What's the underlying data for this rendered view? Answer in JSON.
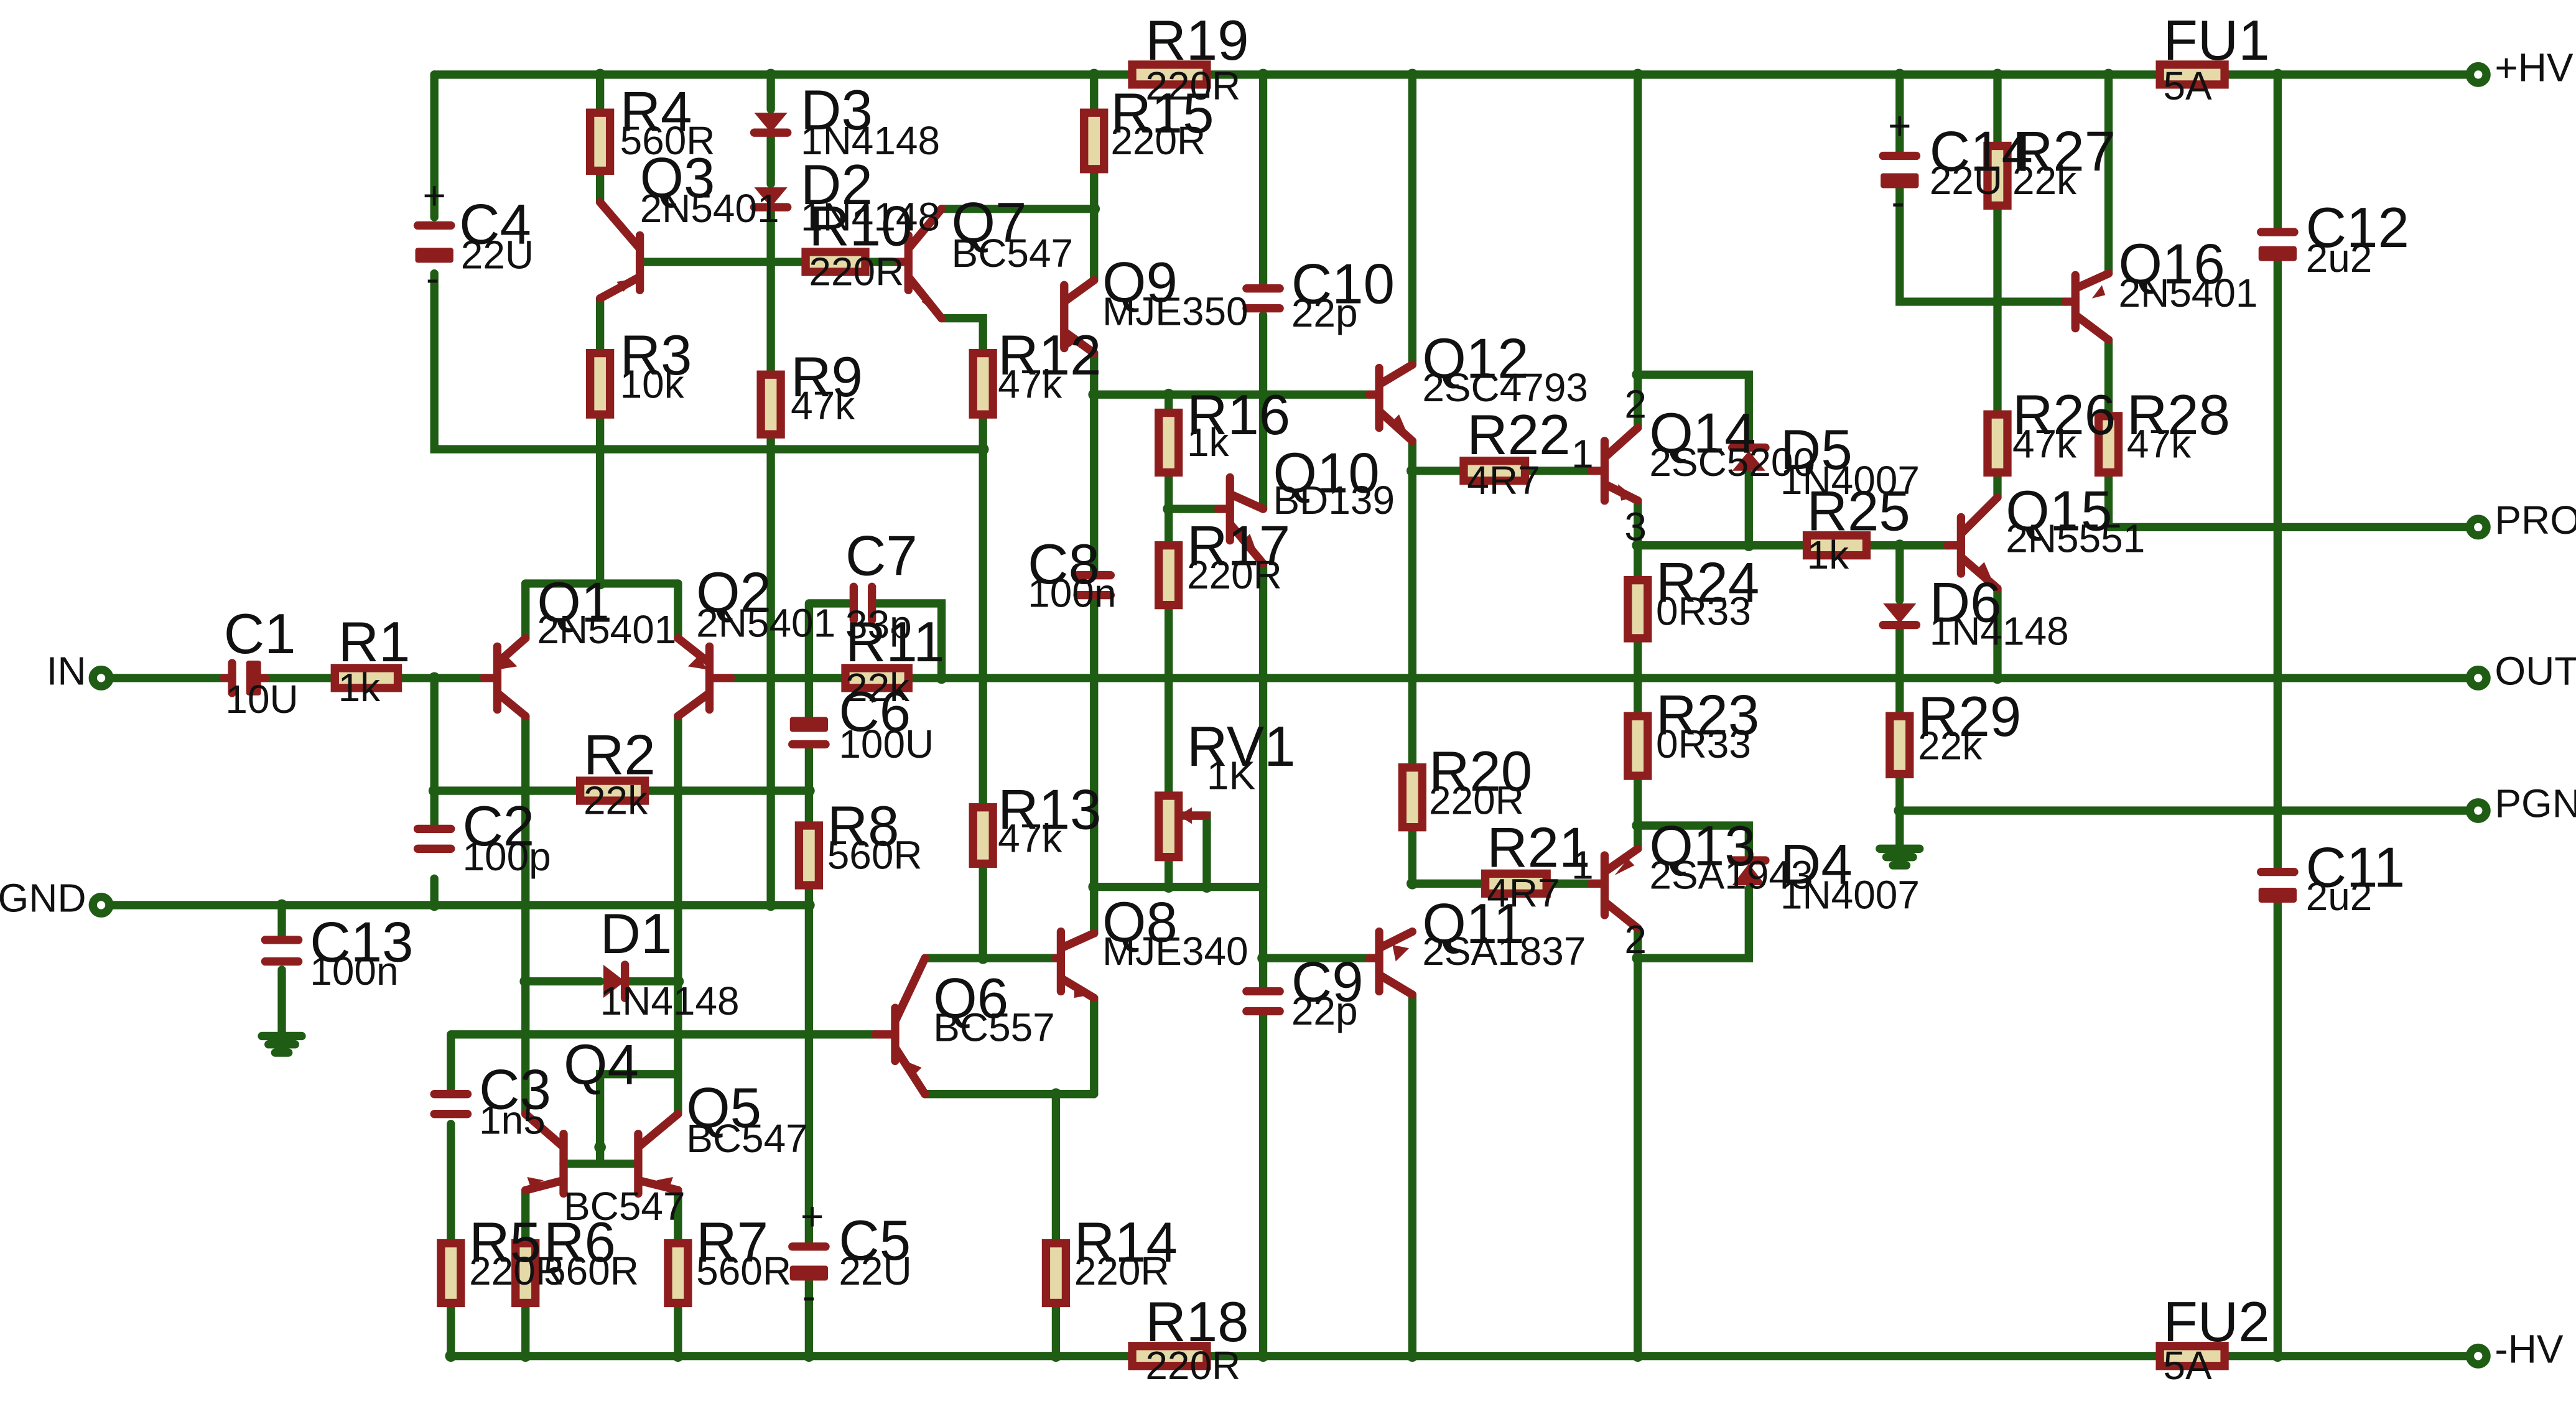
{
  "terminals": [
    {
      "id": "in",
      "label": "IN"
    },
    {
      "id": "sgnd",
      "label": "SGND"
    },
    {
      "id": "hvp",
      "label": "+HV"
    },
    {
      "id": "prot",
      "label": "PROT"
    },
    {
      "id": "out",
      "label": "OUT"
    },
    {
      "id": "pgnd",
      "label": "PGND"
    },
    {
      "id": "hvn",
      "label": "-HV"
    }
  ],
  "components": {
    "C1": {
      "ref": "C1",
      "value": "10U"
    },
    "R1": {
      "ref": "R1",
      "value": "1k"
    },
    "R2": {
      "ref": "R2",
      "value": "22k"
    },
    "C2": {
      "ref": "C2",
      "value": "100p"
    },
    "C13": {
      "ref": "C13",
      "value": "100n"
    },
    "C3": {
      "ref": "C3",
      "value": "1n5"
    },
    "R5": {
      "ref": "R5",
      "value": "220R"
    },
    "R6": {
      "ref": "R6",
      "value": "560R"
    },
    "R7": {
      "ref": "R7",
      "value": "560R"
    },
    "Q4": {
      "ref": "Q4",
      "value": "BC547"
    },
    "Q5": {
      "ref": "Q5",
      "value": "BC547"
    },
    "D1": {
      "ref": "D1",
      "value": "1N4148"
    },
    "Q1": {
      "ref": "Q1",
      "value": "2N5401"
    },
    "Q2": {
      "ref": "Q2",
      "value": "2N5401"
    },
    "C4": {
      "ref": "C4",
      "value": "22U"
    },
    "R4": {
      "ref": "R4",
      "value": "560R"
    },
    "R3": {
      "ref": "R3",
      "value": "10k"
    },
    "Q3": {
      "ref": "Q3",
      "value": "2N5401"
    },
    "D3": {
      "ref": "D3",
      "value": "1N4148"
    },
    "D2": {
      "ref": "D2",
      "value": "1N4148"
    },
    "R9": {
      "ref": "R9",
      "value": "47k"
    },
    "R10": {
      "ref": "R10",
      "value": "220R"
    },
    "Q7": {
      "ref": "Q7",
      "value": "BC547"
    },
    "C7": {
      "ref": "C7",
      "value": "33p"
    },
    "R11": {
      "ref": "R11",
      "value": "22k"
    },
    "C6": {
      "ref": "C6",
      "value": "100U"
    },
    "R8": {
      "ref": "R8",
      "value": "560R"
    },
    "C5": {
      "ref": "C5",
      "value": "22U"
    },
    "R12": {
      "ref": "R12",
      "value": "47k"
    },
    "R13": {
      "ref": "R13",
      "value": "47k"
    },
    "Q6": {
      "ref": "Q6",
      "value": "BC557"
    },
    "R14": {
      "ref": "R14",
      "value": "220R"
    },
    "R15": {
      "ref": "R15",
      "value": "220R"
    },
    "R19": {
      "ref": "R19",
      "value": "220R"
    },
    "Q9": {
      "ref": "Q9",
      "value": "MJE350"
    },
    "Q8": {
      "ref": "Q8",
      "value": "MJE340"
    },
    "C8": {
      "ref": "C8",
      "value": "100n"
    },
    "R16": {
      "ref": "R16",
      "value": "1k"
    },
    "R17": {
      "ref": "R17",
      "value": "220R"
    },
    "Q10": {
      "ref": "Q10",
      "value": "BD139"
    },
    "RV1": {
      "ref": "RV1",
      "value": "1K"
    },
    "C10": {
      "ref": "C10",
      "value": "22p"
    },
    "C9": {
      "ref": "C9",
      "value": "22p"
    },
    "R18": {
      "ref": "R18",
      "value": "220R"
    },
    "Q12": {
      "ref": "Q12",
      "value": "2SC4793"
    },
    "Q11": {
      "ref": "Q11",
      "value": "2SA1837"
    },
    "R20": {
      "ref": "R20",
      "value": "220R"
    },
    "R22": {
      "ref": "R22",
      "value": "4R7"
    },
    "R21": {
      "ref": "R21",
      "value": "4R7"
    },
    "Q14": {
      "ref": "Q14",
      "value": "2SC5200"
    },
    "Q13": {
      "ref": "Q13",
      "value": "2SA1943"
    },
    "D5": {
      "ref": "D5",
      "value": "1N4007"
    },
    "D4": {
      "ref": "D4",
      "value": "1N4007"
    },
    "R24": {
      "ref": "R24",
      "value": "0R33"
    },
    "R23": {
      "ref": "R23",
      "value": "0R33"
    },
    "R25": {
      "ref": "R25",
      "value": "1k"
    },
    "D6": {
      "ref": "D6",
      "value": "1N4148"
    },
    "R29": {
      "ref": "R29",
      "value": "22k"
    },
    "Q15": {
      "ref": "Q15",
      "value": "2N5551"
    },
    "C14": {
      "ref": "C14",
      "value": "22U"
    },
    "R27": {
      "ref": "R27",
      "value": "22k"
    },
    "R26": {
      "ref": "R26",
      "value": "47k"
    },
    "Q16": {
      "ref": "Q16",
      "value": "2N5401"
    },
    "R28": {
      "ref": "R28",
      "value": "47k"
    },
    "FU1": {
      "ref": "FU1",
      "value": "5A"
    },
    "FU2": {
      "ref": "FU2",
      "value": "5A"
    },
    "C12": {
      "ref": "C12",
      "value": "2u2"
    },
    "C11": {
      "ref": "C11",
      "value": "2u2"
    }
  },
  "pins": {
    "q14_base": "1",
    "q14_emitter": "3",
    "q14_collector": "2",
    "q13_base": "1",
    "q13_collector": "2"
  },
  "polarity": {
    "plus": "+",
    "minus": "-"
  }
}
